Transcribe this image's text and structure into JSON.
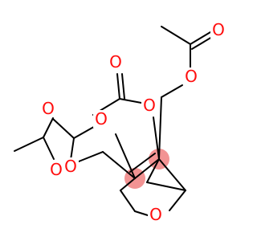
{
  "molecule": {
    "atoms": {
      "o_ring": "O",
      "o_ester_left": "O",
      "o_ester_center": "O",
      "o_ester_upper": "O",
      "o_ester_right": "O",
      "o_carbonyl_top_right": "O",
      "o_carbonyl_upper": "O",
      "o_carbonyl_left_top": "O",
      "o_carbonyl_left_bottom": "O"
    },
    "colors": {
      "bond": "#000000",
      "heteroatom": "#ff0d0d",
      "highlight": "#f08080"
    }
  }
}
